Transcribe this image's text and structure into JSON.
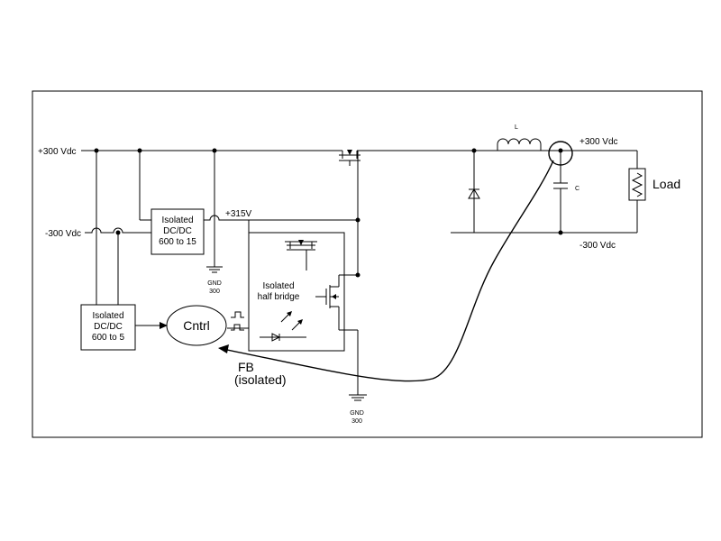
{
  "rails": {
    "pos_left": "+300 Vdc",
    "neg_left": "-300 Vdc",
    "pos_right": "+300 Vdc",
    "neg_right": "-300 Vdc",
    "v315": "+315V"
  },
  "blocks": {
    "dcdc_15": [
      "Isolated",
      "DC/DC",
      "600 to 15"
    ],
    "dcdc_5": [
      "Isolated",
      "DC/DC",
      "600 to 5"
    ],
    "half_bridge": [
      "Isolated",
      "half bridge"
    ],
    "controller": "Cntrl"
  },
  "grounds": {
    "gnd1": [
      "GND",
      "300"
    ],
    "gnd2": [
      "GND",
      "300"
    ]
  },
  "components": {
    "inductor": "L",
    "capacitor": "C",
    "load": "Load"
  },
  "feedback": [
    "FB",
    "(isolated)"
  ]
}
